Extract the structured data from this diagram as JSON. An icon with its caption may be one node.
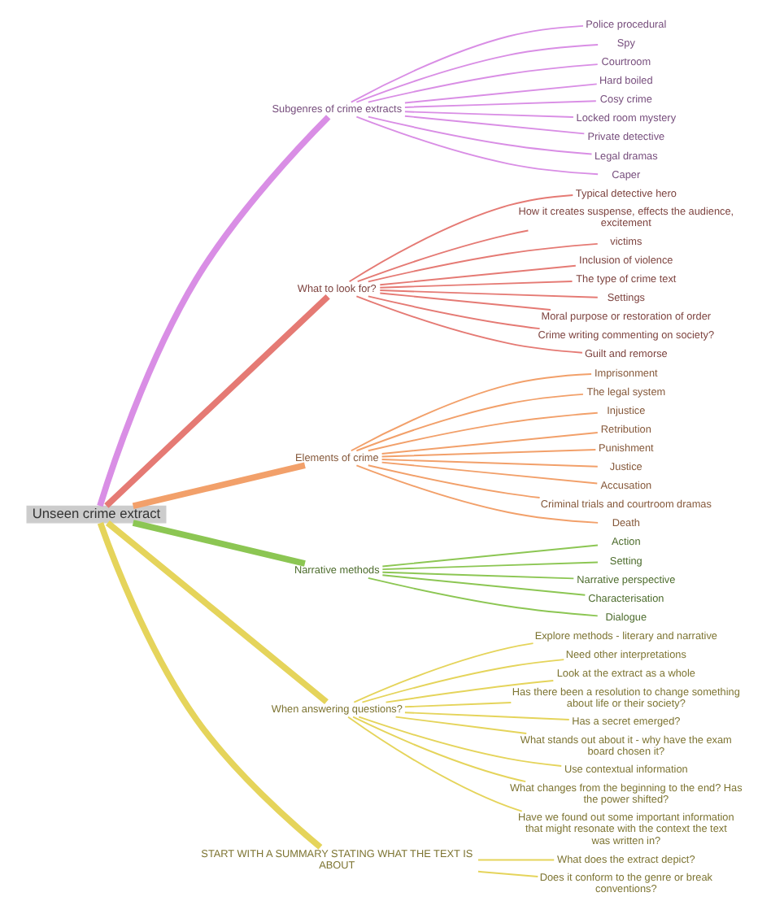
{
  "diagram": {
    "nodes": [
      {
        "text": [
          "Unseen crime extract"
        ]
      },
      {
        "text": [
          "Subgenres of crime extracts"
        ]
      },
      {
        "text": [
          "Police procedural"
        ]
      },
      {
        "text": [
          "Spy"
        ]
      },
      {
        "text": [
          "Courtroom"
        ]
      },
      {
        "text": [
          "Hard boiled"
        ]
      },
      {
        "text": [
          "Cosy crime"
        ]
      },
      {
        "text": [
          "Locked room mystery"
        ]
      },
      {
        "text": [
          "Private detective"
        ]
      },
      {
        "text": [
          "Legal dramas"
        ]
      },
      {
        "text": [
          "Caper"
        ]
      },
      {
        "text": [
          "What to look for?"
        ]
      },
      {
        "text": [
          "Typical detective hero"
        ]
      },
      {
        "text": [
          "How it creates suspense, effects the audience, excitement"
        ]
      },
      {
        "text": [
          "victims"
        ]
      },
      {
        "text": [
          "Inclusion of violence"
        ]
      },
      {
        "text": [
          "The type of crime text"
        ]
      },
      {
        "text": [
          "Settings"
        ]
      },
      {
        "text": [
          "Moral purpose or restoration of order"
        ]
      },
      {
        "text": [
          "Crime writing commenting on society?"
        ]
      },
      {
        "text": [
          "Guilt and remorse"
        ]
      },
      {
        "text": [
          "Elements of crime"
        ]
      },
      {
        "text": [
          "Imprisonment"
        ]
      },
      {
        "text": [
          "The legal system"
        ]
      },
      {
        "text": [
          "Injustice"
        ]
      },
      {
        "text": [
          "Retribution"
        ]
      },
      {
        "text": [
          "Punishment"
        ]
      },
      {
        "text": [
          "Justice"
        ]
      },
      {
        "text": [
          "Accusation"
        ]
      },
      {
        "text": [
          "Criminal trials and courtroom dramas"
        ]
      },
      {
        "text": [
          "Death"
        ]
      },
      {
        "text": [
          "Narrative methods"
        ]
      },
      {
        "text": [
          "Action"
        ]
      },
      {
        "text": [
          "Setting"
        ]
      },
      {
        "text": [
          "Narrative perspective"
        ]
      },
      {
        "text": [
          "Characterisation"
        ]
      },
      {
        "text": [
          "Dialogue"
        ]
      },
      {
        "text": [
          "When answering questions?"
        ]
      },
      {
        "text": [
          "Explore methods - literary and narrative"
        ]
      },
      {
        "text": [
          "Need other interpretations"
        ]
      },
      {
        "text": [
          "Look at the extract as a whole"
        ]
      },
      {
        "text": [
          "Has there been a resolution to change something about life or their society?"
        ]
      },
      {
        "text": [
          "Has a secret emerged?"
        ]
      },
      {
        "text": [
          "What stands out about it - why have the exam board chosen it?"
        ]
      },
      {
        "text": [
          "Use contextual information"
        ]
      },
      {
        "text": [
          "What changes from the beginning to the end? Has the power shifted?"
        ]
      },
      {
        "text": [
          "Have we found out some important information that might resonate with the context the text was written in?"
        ]
      },
      {
        "text": [
          "START WITH A SUMMARY STATING WHAT THE TEXT IS ABOUT"
        ]
      },
      {
        "text": [
          "What does the extract depict?"
        ]
      },
      {
        "text": [
          "Does it conform to the genre or break conventions?"
        ]
      }
    ],
    "edges": [
      {
        "from": 0,
        "to": 1,
        "arrow": "none",
        "style": "thick",
        "color": "#d98ee5"
      },
      {
        "from": 1,
        "to": 2,
        "arrow": "none",
        "color": "#d98ee5"
      },
      {
        "from": 1,
        "to": 3,
        "arrow": "none",
        "color": "#d98ee5"
      },
      {
        "from": 1,
        "to": 4,
        "arrow": "none",
        "color": "#d98ee5"
      },
      {
        "from": 1,
        "to": 5,
        "arrow": "none",
        "color": "#d98ee5"
      },
      {
        "from": 1,
        "to": 6,
        "arrow": "none",
        "color": "#d98ee5"
      },
      {
        "from": 1,
        "to": 7,
        "arrow": "none",
        "color": "#d98ee5"
      },
      {
        "from": 1,
        "to": 8,
        "arrow": "none",
        "color": "#d98ee5"
      },
      {
        "from": 1,
        "to": 9,
        "arrow": "none",
        "color": "#d98ee5"
      },
      {
        "from": 1,
        "to": 10,
        "arrow": "none",
        "color": "#d98ee5"
      },
      {
        "from": 0,
        "to": 11,
        "arrow": "none",
        "style": "thick",
        "color": "#e57a74"
      },
      {
        "from": 11,
        "to": 12,
        "arrow": "none",
        "color": "#e57a74"
      },
      {
        "from": 11,
        "to": 13,
        "arrow": "none",
        "color": "#e57a74"
      },
      {
        "from": 11,
        "to": 14,
        "arrow": "none",
        "color": "#e57a74"
      },
      {
        "from": 11,
        "to": 15,
        "arrow": "none",
        "color": "#e57a74"
      },
      {
        "from": 11,
        "to": 16,
        "arrow": "none",
        "color": "#e57a74"
      },
      {
        "from": 11,
        "to": 17,
        "arrow": "none",
        "color": "#e57a74"
      },
      {
        "from": 11,
        "to": 18,
        "arrow": "none",
        "color": "#e57a74"
      },
      {
        "from": 11,
        "to": 19,
        "arrow": "none",
        "color": "#e57a74"
      },
      {
        "from": 11,
        "to": 20,
        "arrow": "none",
        "color": "#e57a74"
      },
      {
        "from": 0,
        "to": 21,
        "arrow": "none",
        "style": "thick",
        "color": "#f2a06a"
      },
      {
        "from": 21,
        "to": 22,
        "arrow": "none",
        "color": "#f2a06a"
      },
      {
        "from": 21,
        "to": 23,
        "arrow": "none",
        "color": "#f2a06a"
      },
      {
        "from": 21,
        "to": 24,
        "arrow": "none",
        "color": "#f2a06a"
      },
      {
        "from": 21,
        "to": 25,
        "arrow": "none",
        "color": "#f2a06a"
      },
      {
        "from": 21,
        "to": 26,
        "arrow": "none",
        "color": "#f2a06a"
      },
      {
        "from": 21,
        "to": 27,
        "arrow": "none",
        "color": "#f2a06a"
      },
      {
        "from": 21,
        "to": 28,
        "arrow": "none",
        "color": "#f2a06a"
      },
      {
        "from": 21,
        "to": 29,
        "arrow": "none",
        "color": "#f2a06a"
      },
      {
        "from": 21,
        "to": 30,
        "arrow": "none",
        "color": "#f2a06a"
      },
      {
        "from": 0,
        "to": 31,
        "arrow": "none",
        "style": "thick",
        "color": "#8cc653"
      },
      {
        "from": 31,
        "to": 32,
        "arrow": "none",
        "color": "#8cc653"
      },
      {
        "from": 31,
        "to": 33,
        "arrow": "none",
        "color": "#8cc653"
      },
      {
        "from": 31,
        "to": 34,
        "arrow": "none",
        "color": "#8cc653"
      },
      {
        "from": 31,
        "to": 35,
        "arrow": "none",
        "color": "#8cc653"
      },
      {
        "from": 31,
        "to": 36,
        "arrow": "none",
        "color": "#8cc653"
      },
      {
        "from": 0,
        "to": 37,
        "arrow": "none",
        "style": "thick",
        "color": "#e5d45b"
      },
      {
        "from": 37,
        "to": 38,
        "arrow": "none",
        "color": "#e5d45b"
      },
      {
        "from": 37,
        "to": 39,
        "arrow": "none",
        "color": "#e5d45b"
      },
      {
        "from": 37,
        "to": 40,
        "arrow": "none",
        "color": "#e5d45b"
      },
      {
        "from": 37,
        "to": 41,
        "arrow": "none",
        "color": "#e5d45b"
      },
      {
        "from": 37,
        "to": 42,
        "arrow": "none",
        "color": "#e5d45b"
      },
      {
        "from": 37,
        "to": 43,
        "arrow": "none",
        "color": "#e5d45b"
      },
      {
        "from": 37,
        "to": 44,
        "arrow": "none",
        "color": "#e5d45b"
      },
      {
        "from": 37,
        "to": 45,
        "arrow": "none",
        "color": "#e5d45b"
      },
      {
        "from": 37,
        "to": 46,
        "arrow": "none",
        "color": "#e5d45b"
      },
      {
        "from": 0,
        "to": 47,
        "arrow": "none",
        "style": "thick",
        "color": "#e5d45b"
      },
      {
        "from": 47,
        "to": 48,
        "arrow": "none",
        "color": "#e5d45b"
      },
      {
        "from": 47,
        "to": 49,
        "arrow": "none",
        "color": "#e5d45b"
      }
    ]
  }
}
